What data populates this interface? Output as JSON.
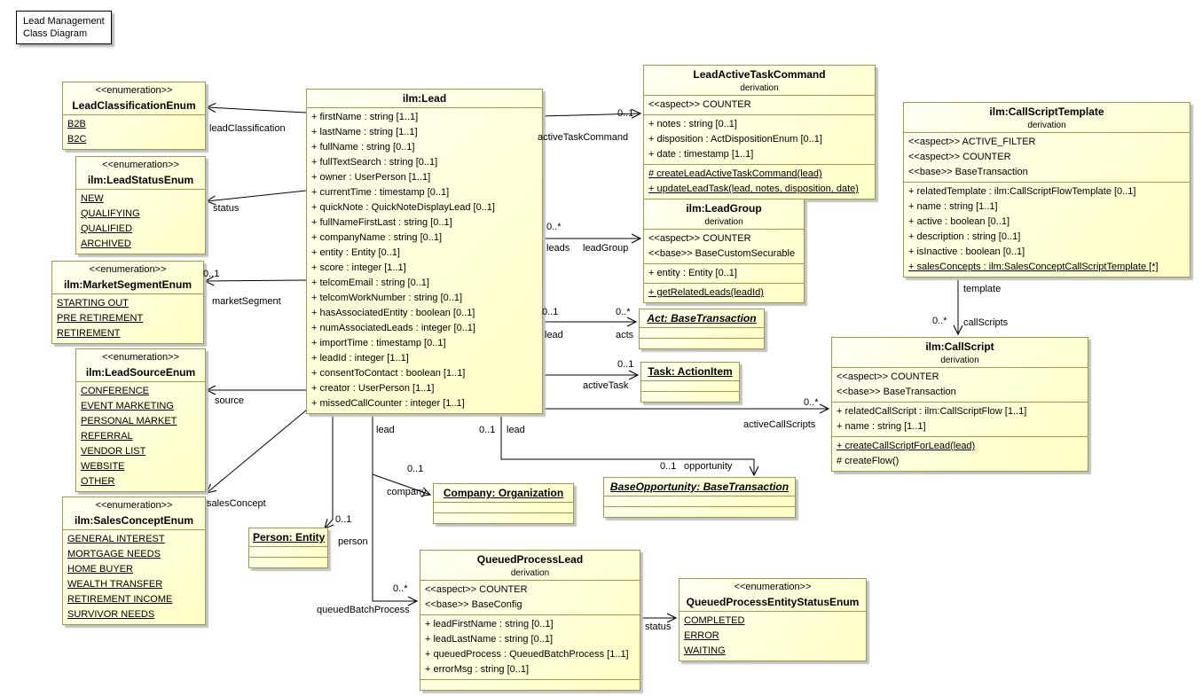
{
  "note": {
    "line1": "Lead Management",
    "line2": "Class Diagram"
  },
  "classes": {
    "leadClassificationEnum": {
      "stereotype": "<<enumeration>>",
      "name": "LeadClassificationEnum",
      "literals": [
        "B2B",
        "B2C"
      ]
    },
    "leadStatusEnum": {
      "stereotype": "<<enumeration>>",
      "name": "ilm:LeadStatusEnum",
      "literals": [
        "NEW",
        "QUALIFYING",
        "QUALIFIED",
        "ARCHIVED"
      ]
    },
    "marketSegmentEnum": {
      "stereotype": "<<enumeration>>",
      "name": "ilm:MarketSegmentEnum",
      "literals": [
        "STARTING OUT",
        "PRE RETIREMENT",
        "RETIREMENT"
      ]
    },
    "leadSourceEnum": {
      "stereotype": "<<enumeration>>",
      "name": "ilm:LeadSourceEnum",
      "literals": [
        "CONFERENCE",
        "EVENT MARKETING",
        "PERSONAL MARKET",
        "REFERRAL",
        "VENDOR LIST",
        "WEBSITE",
        "OTHER"
      ]
    },
    "salesConceptEnum": {
      "stereotype": "<<enumeration>>",
      "name": "ilm:SalesConceptEnum",
      "literals": [
        "GENERAL INTEREST",
        "MORTGAGE NEEDS",
        "HOME BUYER",
        "WEALTH TRANSFER",
        "RETIREMENT INCOME",
        "SURVIVOR NEEDS"
      ]
    },
    "queuedProcessEntityStatusEnum": {
      "stereotype": "<<enumeration>>",
      "name": "QueuedProcessEntityStatusEnum",
      "literals": [
        "COMPLETED",
        "ERROR",
        "WAITING"
      ]
    },
    "lead": {
      "name": "ilm:Lead",
      "attributes": [
        "+ firstName : string [1..1]",
        "+ lastName : string [1..1]",
        "+ fullName : string [0..1]",
        "+ fullTextSearch : string [0..1]",
        "+ owner : UserPerson [1..1]",
        "+ currentTime : timestamp [0..1]",
        "+ quickNote : QuickNoteDisplayLead [0..1]",
        "+ fullNameFirstLast : string [0..1]",
        "+ companyName : string [0..1]",
        "+ entity : Entity [0..1]",
        "+ score : integer [1..1]",
        "+ telcomEmail : string [0..1]",
        "+ telcomWorkNumber : string [0..1]",
        "+ hasAssociatedEntity : boolean [0..1]",
        "+ numAssociatedLeads : integer [0..1]",
        "+ importTime : timestamp [0..1]",
        "+ leadId : integer [1..1]",
        "+ consentToContact : boolean [1..1]",
        "+ creator : UserPerson [1..1]",
        "+ missedCallCounter : integer [1..1]"
      ]
    },
    "leadActiveTaskCommand": {
      "name": "LeadActiveTaskCommand",
      "subtitle": "derivation",
      "stereotypes": [
        "<<aspect>> COUNTER"
      ],
      "attributes": [
        "+ notes : string [0..1]",
        "+ disposition : ActDispositionEnum [0..1]",
        "+ date : timestamp [1..1]"
      ],
      "operations_static": [
        "# createLeadActiveTaskCommand(lead)",
        "+ updateLeadTask(lead, notes, disposition, date)"
      ]
    },
    "leadGroup": {
      "name": "ilm:LeadGroup",
      "subtitle": "derivation",
      "stereotypes": [
        "<<aspect>> COUNTER",
        "<<base>> BaseCustomSecurable"
      ],
      "attributes": [
        "+ entity : Entity [0..1]"
      ],
      "operations_static": [
        "+ getRelatedLeads(leadId)"
      ]
    },
    "callScriptTemplate": {
      "name": "ilm:CallScriptTemplate",
      "subtitle": "derivation",
      "stereotypes": [
        "<<aspect>> ACTIVE_FILTER",
        "<<aspect>> COUNTER",
        "<<base>> BaseTransaction"
      ],
      "attributes": [
        "+ relatedTemplate : ilm:CallScriptFlowTemplate [0..1]",
        "+ name : string [1..1]",
        "+ active : boolean [0..1]",
        "+ description : string [0..1]",
        "+ isInactive : boolean [0..1]"
      ],
      "attributes_static": [
        "+ salesConcepts : ilm:SalesConceptCallScriptTemplate [*]"
      ]
    },
    "callScript": {
      "name": "ilm:CallScript",
      "subtitle": "derivation",
      "stereotypes": [
        "<<aspect>> COUNTER",
        "<<base>> BaseTransaction"
      ],
      "attributes": [
        "+ relatedCallScript : ilm:CallScriptFlow [1..1]",
        "+ name : string [1..1]"
      ],
      "operations_static": [
        "+ createCallScriptForLead(lead)"
      ],
      "operations": [
        "# createFlow()"
      ]
    },
    "queuedProcessLead": {
      "name": "QueuedProcessLead",
      "subtitle": "derivation",
      "stereotypes": [
        "<<aspect>> COUNTER",
        "<<base>> BaseConfig"
      ],
      "attributes": [
        "+ leadFirstName : string [0..1]",
        "+ leadLastName : string [0..1]",
        "+ queuedProcess : QueuedBatchProcess [1..1]",
        "+ errorMsg : string [0..1]"
      ]
    },
    "act": {
      "name": "Act: BaseTransaction"
    },
    "task": {
      "name": "Task: ActionItem"
    },
    "company": {
      "name": "Company: Organization"
    },
    "baseOpportunity": {
      "name": "BaseOpportunity: BaseTransaction"
    },
    "person": {
      "name": "Person: Entity"
    }
  },
  "labels": {
    "leadClassification": "leadClassification",
    "status": "status",
    "marketSegment": "marketSegment",
    "source": "source",
    "salesConcept": "salesConcept",
    "activeTaskCommand": "activeTaskCommand",
    "leads": "leads",
    "leadGroup": "leadGroup",
    "lead": "lead",
    "acts": "acts",
    "activeTask": "activeTask",
    "activeCallScripts": "activeCallScripts",
    "company": "company",
    "person": "person",
    "opportunity": "opportunity",
    "template": "template",
    "callScripts": "callScripts",
    "queuedBatchProcess": "queuedBatchProcess",
    "mult_0_1": "0..1",
    "mult_0_many": "0..*"
  }
}
